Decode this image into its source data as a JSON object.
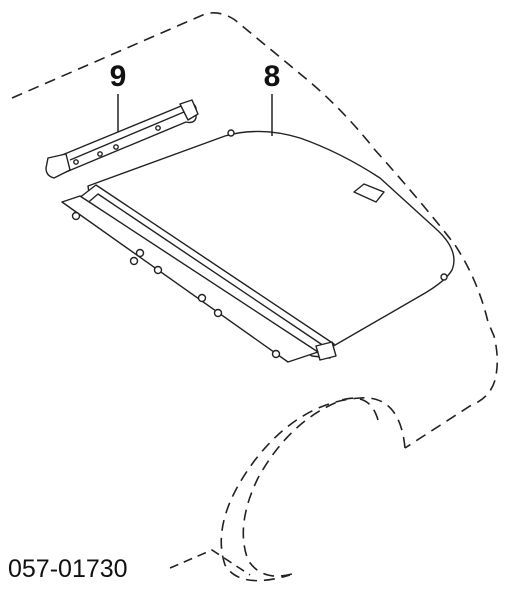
{
  "diagram": {
    "callouts": [
      {
        "label": "9"
      },
      {
        "label": "8"
      }
    ],
    "reference_code": "057-01730",
    "line_color": "#222222",
    "background_color": "#ffffff"
  }
}
